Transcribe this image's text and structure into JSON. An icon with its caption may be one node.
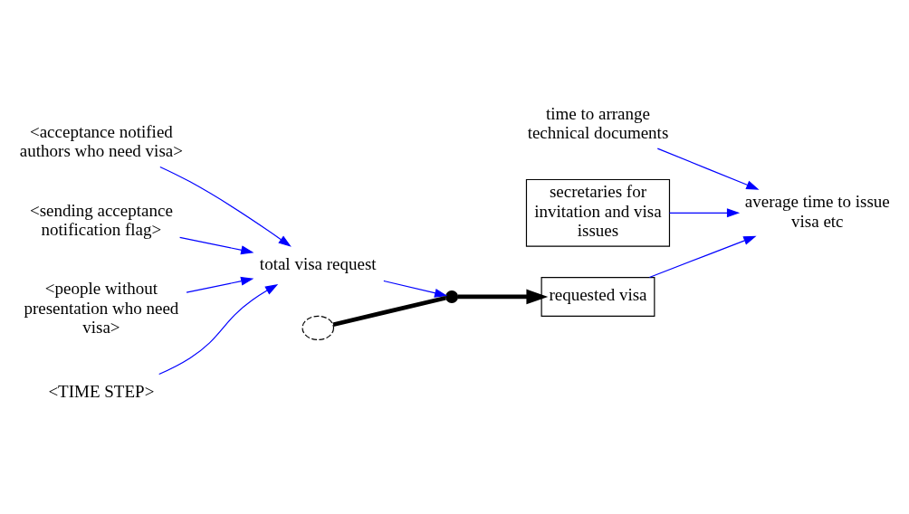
{
  "diagram": {
    "nodes": [
      {
        "text": [
          "time to arrange technical documents"
        ]
      },
      {
        "text": [
          "average time to issue visa etc"
        ]
      },
      {
        "text": [
          "secretaries for invitation and visa issues"
        ]
      },
      {
        "text": [
          "<acceptance notified authors who need visa>"
        ]
      },
      {
        "text": [
          "total visa request"
        ]
      },
      {
        "text": [],
        "shape": "cloud"
      },
      {
        "text": [],
        "shape": "valve"
      },
      {
        "text": [
          "requested visa"
        ]
      },
      {
        "text": [
          "<sending acceptance notification flag>"
        ]
      },
      {
        "text": [
          "<people without presentation who need visa>"
        ]
      },
      {
        "text": [
          "<TIME STEP>"
        ]
      }
    ],
    "edges": [
      {
        "from": 0,
        "to": 1,
        "arrow": "to"
      },
      {
        "from": 2,
        "to": 1,
        "arrow": "to"
      },
      {
        "from": 7,
        "to": 1,
        "arrow": "to"
      },
      {
        "from": 3,
        "to": 4,
        "arrow": "to"
      },
      {
        "from": 8,
        "to": 4,
        "arrow": "to"
      },
      {
        "from": 9,
        "to": 4,
        "arrow": "to"
      },
      {
        "from": 10,
        "to": 4,
        "arrow": "to"
      },
      {
        "from": 4,
        "to": 6,
        "arrow": "to"
      },
      {
        "from": 5,
        "to": 6,
        "arrow": "none",
        "style": "thick",
        "color": "#000000"
      },
      {
        "from": 6,
        "to": 7,
        "arrow": "to",
        "style": "thick",
        "color": "#000000"
      }
    ]
  }
}
